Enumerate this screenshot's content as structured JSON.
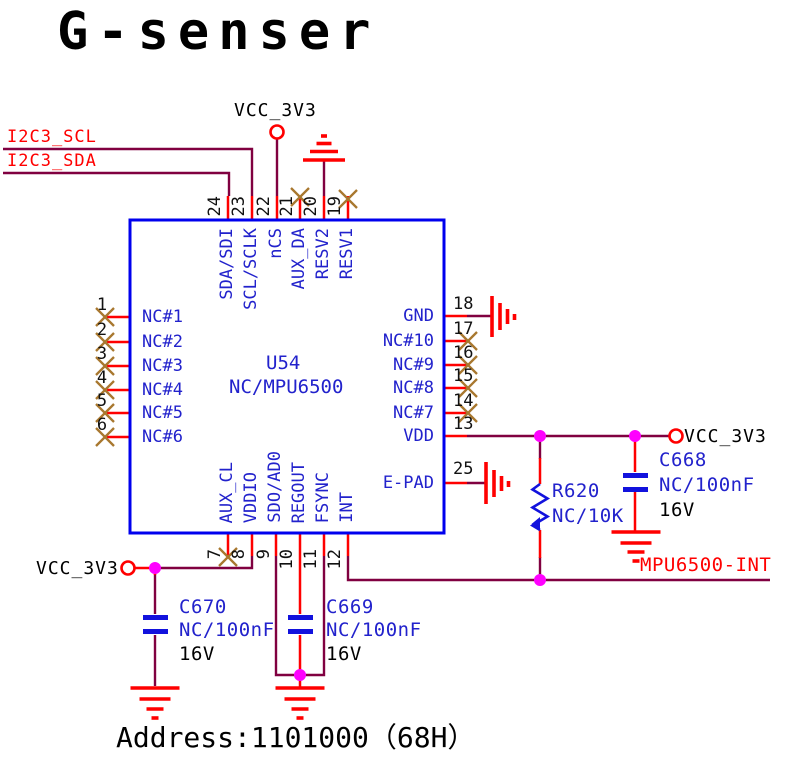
{
  "title": "G-senser",
  "address_note": "Address:1101000（68H）",
  "chip": {
    "refdes": "U54",
    "part": "NC/MPU6500",
    "top_pins": [
      {
        "num": "24",
        "name": "SDA/SDI"
      },
      {
        "num": "23",
        "name": "SCL/SCLK"
      },
      {
        "num": "22",
        "name": "nCS"
      },
      {
        "num": "21",
        "name": "AUX_DA"
      },
      {
        "num": "20",
        "name": "RESV2"
      },
      {
        "num": "19",
        "name": "RESV1"
      }
    ],
    "left_pins": [
      {
        "num": "1",
        "name": "NC#1"
      },
      {
        "num": "2",
        "name": "NC#2"
      },
      {
        "num": "3",
        "name": "NC#3"
      },
      {
        "num": "4",
        "name": "NC#4"
      },
      {
        "num": "5",
        "name": "NC#5"
      },
      {
        "num": "6",
        "name": "NC#6"
      }
    ],
    "right_pins": [
      {
        "num": "18",
        "name": "GND"
      },
      {
        "num": "17",
        "name": "NC#10"
      },
      {
        "num": "16",
        "name": "NC#9"
      },
      {
        "num": "15",
        "name": "NC#8"
      },
      {
        "num": "14",
        "name": "NC#7"
      },
      {
        "num": "13",
        "name": "VDD"
      }
    ],
    "bottom_pins": [
      {
        "num": "7",
        "name": "AUX_CL"
      },
      {
        "num": "8",
        "name": "VDDIO"
      },
      {
        "num": "9",
        "name": "SDO/AD0"
      },
      {
        "num": "10",
        "name": "REGOUT"
      },
      {
        "num": "11",
        "name": "FSYNC"
      },
      {
        "num": "12",
        "name": "INT"
      }
    ],
    "epad": {
      "num": "25",
      "name": "E-PAD"
    }
  },
  "nets": {
    "i2c3_scl": "I2C3_SCL",
    "i2c3_sda": "I2C3_SDA",
    "vcc_top": "VCC_3V3",
    "vcc_bottom_left": "VCC_3V3",
    "vcc_right": "VCC_3V3",
    "mpu_int": "MPU6500-INT"
  },
  "components": {
    "r620": {
      "ref": "R620",
      "value": "NC/10K"
    },
    "c668": {
      "ref": "C668",
      "value": "NC/100nF",
      "voltage": "16V"
    },
    "c669": {
      "ref": "C669",
      "value": "NC/100nF",
      "voltage": "16V"
    },
    "c670": {
      "ref": "C670",
      "value": "NC/100nF",
      "voltage": "16V"
    }
  },
  "colors": {
    "wire": "#800040",
    "pin_stub": "#ff0000",
    "ground": "#ff0000",
    "net_label": "#ff0000",
    "chip_border": "#0000ee",
    "chip_text": "#2222cc",
    "junction": "#ff00ff",
    "no_connect_x": "#a8772e",
    "component_blue": "#1212dd"
  }
}
